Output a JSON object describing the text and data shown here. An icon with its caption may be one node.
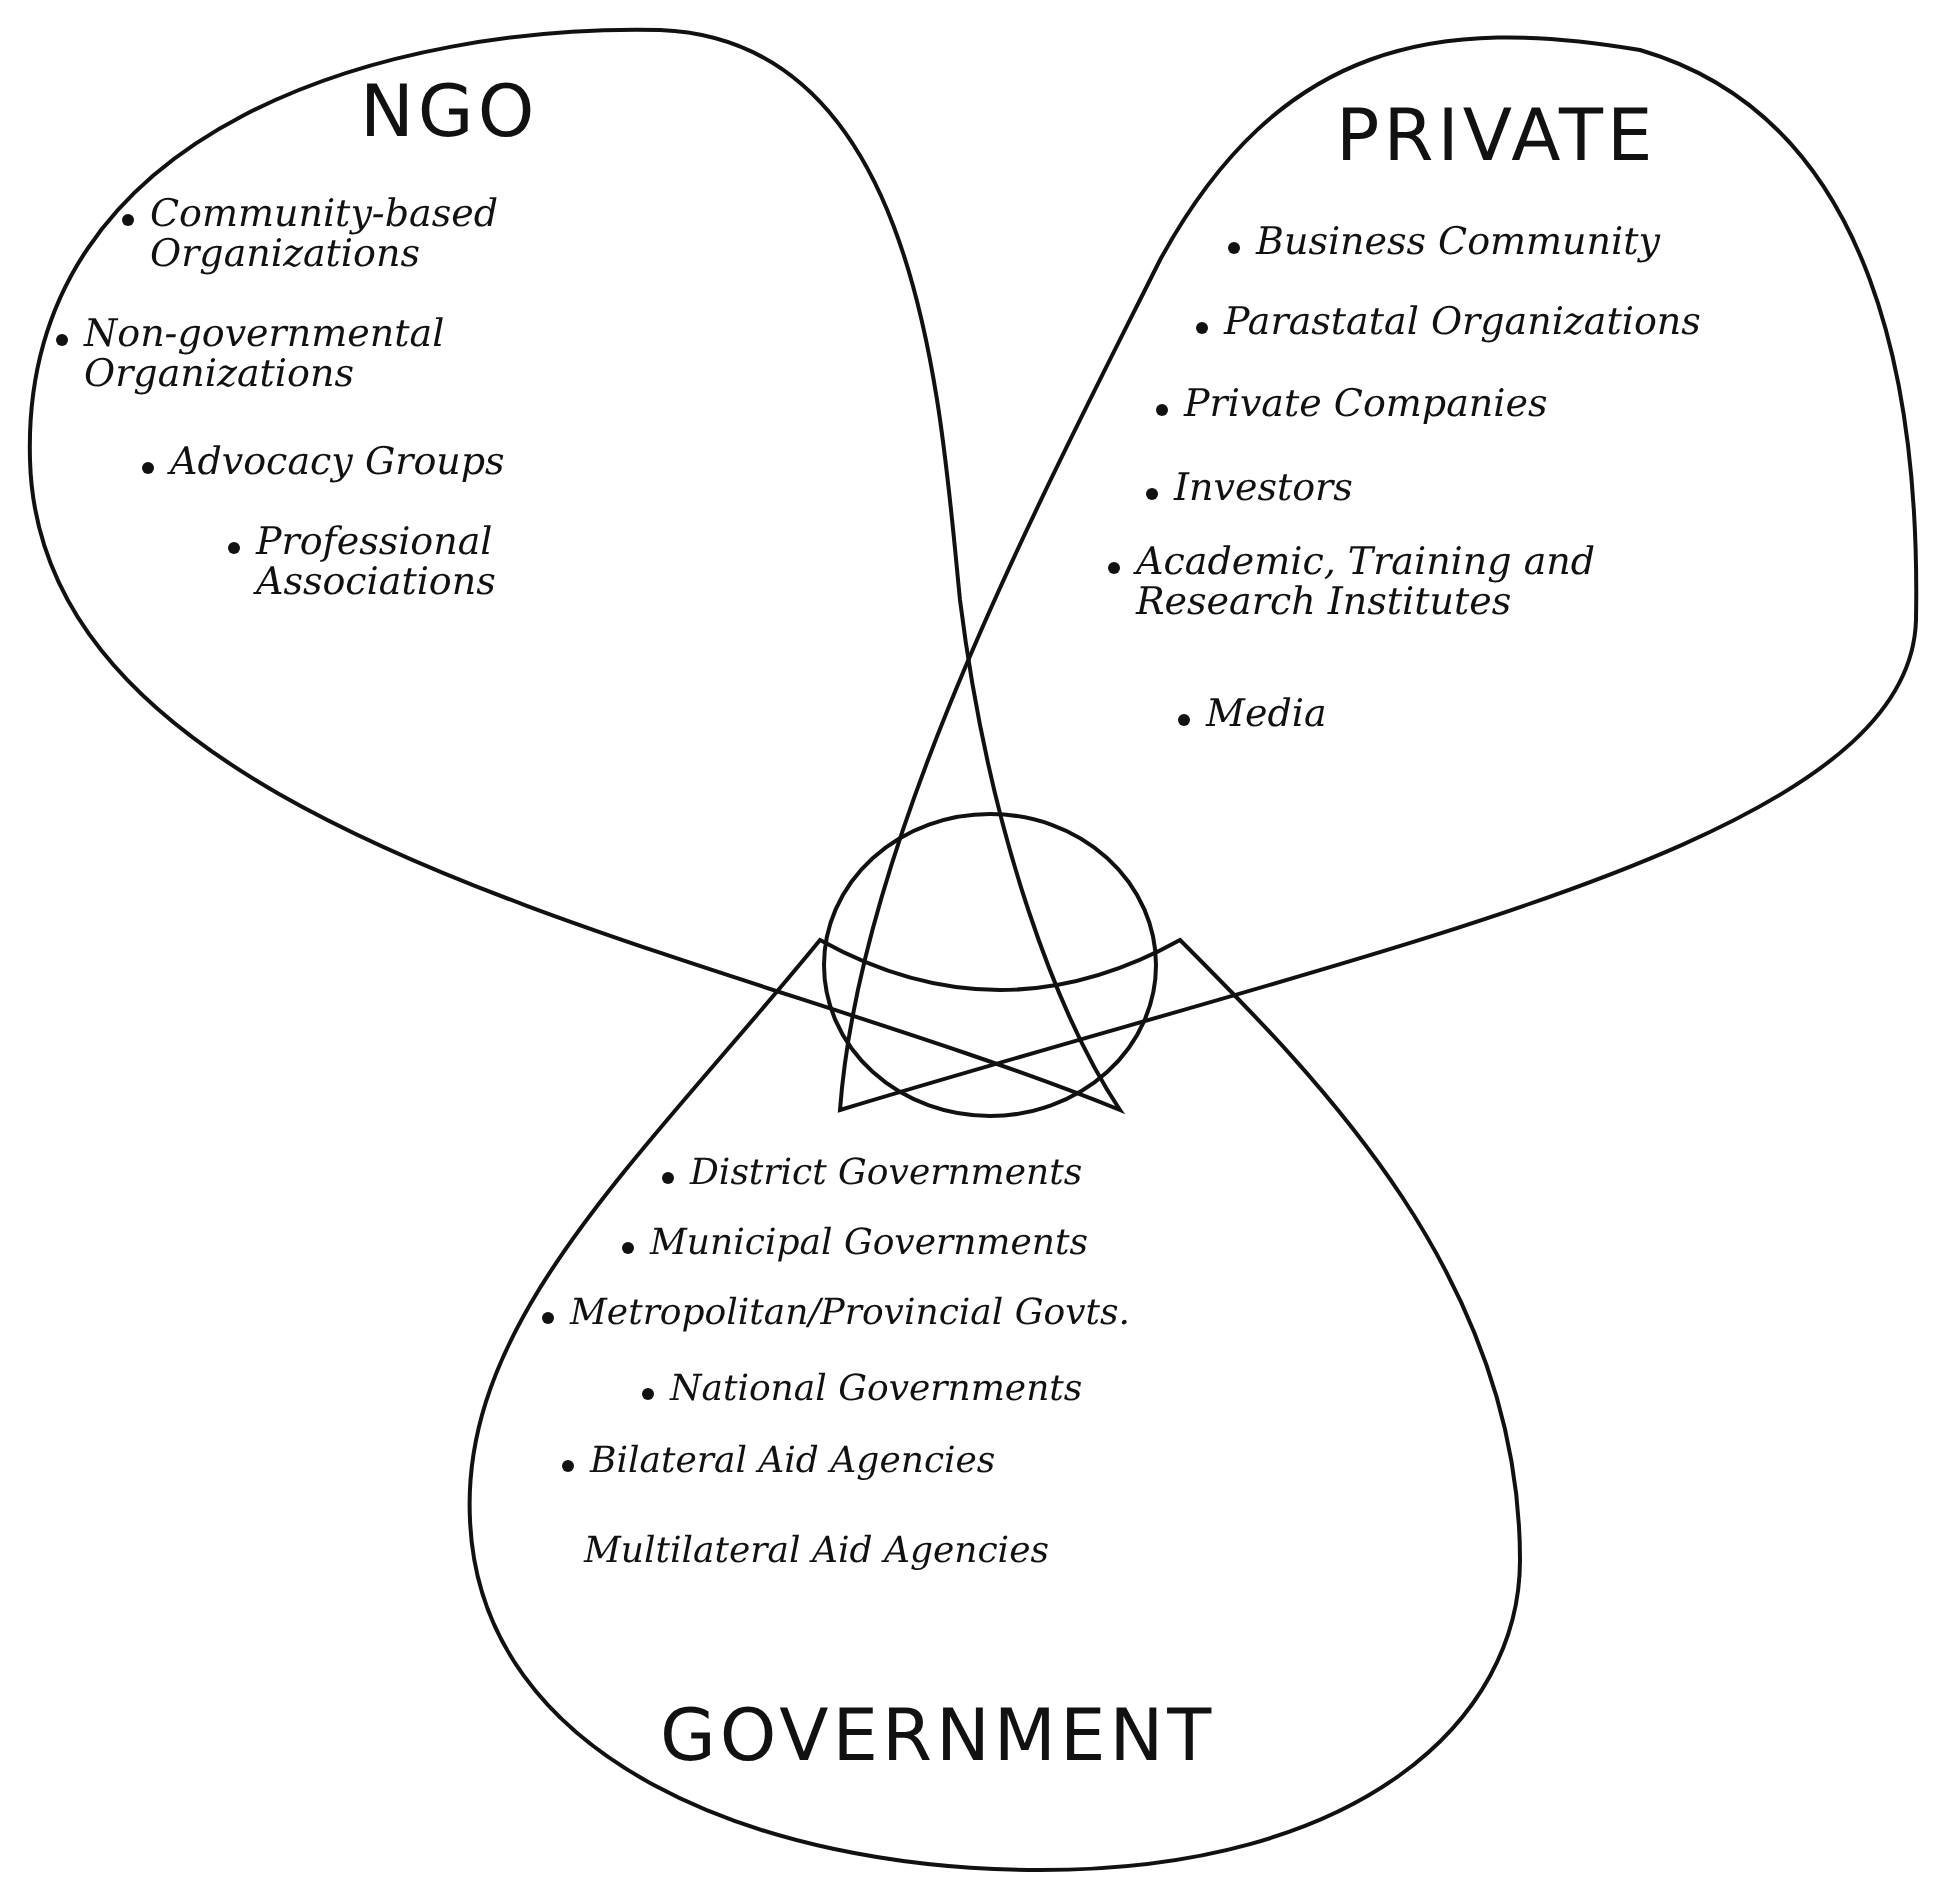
{
  "diagram": {
    "nodes": [
      {
        "text": [
          "NGO",
          "Community-based Organizations",
          "Non-governmental Organizations",
          "Advocacy Groups",
          "Professional Associations"
        ]
      },
      {
        "text": [
          "PRIVATE",
          "Business Community",
          "Parastatal Organizations",
          "Private Companies",
          "Investors",
          "Academic, Training and Research Institutes",
          "Media"
        ]
      },
      {
        "text": [
          "District Governments",
          "Municipal Governments",
          "Metropolitan/Provincial Govts.",
          "National Governments",
          "Bilateral Aid Agencies",
          "Multilateral Aid Agencies",
          "GOVERNMENT"
        ]
      },
      {
        "text": [],
        "shape": "circle"
      }
    ]
  }
}
